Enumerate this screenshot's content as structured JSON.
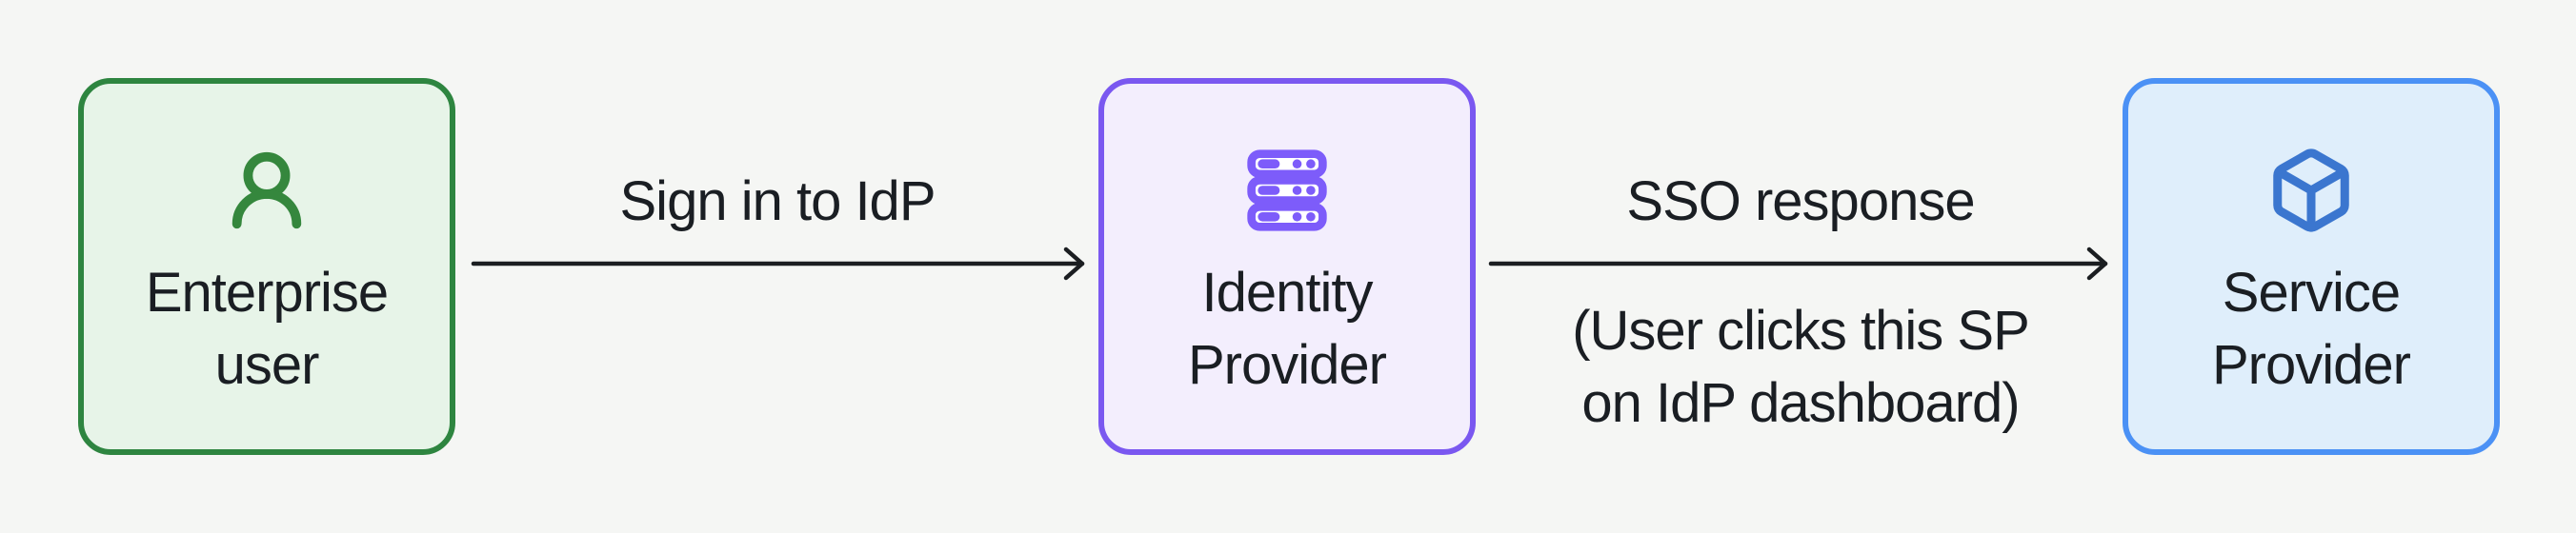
{
  "diagram": {
    "background_color": "#f5f6f4",
    "text_color": "#1a1e23",
    "arrow_color": "#1b1e21",
    "nodes": [
      {
        "id": "enterprise-user",
        "label_lines": [
          "Enterprise",
          "user"
        ],
        "icon": "user-icon",
        "fill_color": "#e7f4e8",
        "border_color": "#2e8540",
        "icon_color": "#35873d"
      },
      {
        "id": "identity-provider",
        "label_lines": [
          "Identity",
          "Provider"
        ],
        "icon": "server-stack-icon",
        "fill_color": "#f3eefd",
        "border_color": "#7a58f0",
        "icon_color": "#7d5cfa"
      },
      {
        "id": "service-provider",
        "label_lines": [
          "Service",
          "Provider"
        ],
        "icon": "cube-icon",
        "fill_color": "#dfeefb",
        "border_color": "#4b91f5",
        "icon_color": "#3b76cf"
      }
    ],
    "edges": [
      {
        "from": "enterprise-user",
        "to": "identity-provider",
        "label": "Sign in to IdP"
      },
      {
        "from": "identity-provider",
        "to": "service-provider",
        "label": "SSO response",
        "sublabel_lines": [
          "(User clicks this SP",
          "on IdP dashboard)"
        ]
      }
    ]
  }
}
